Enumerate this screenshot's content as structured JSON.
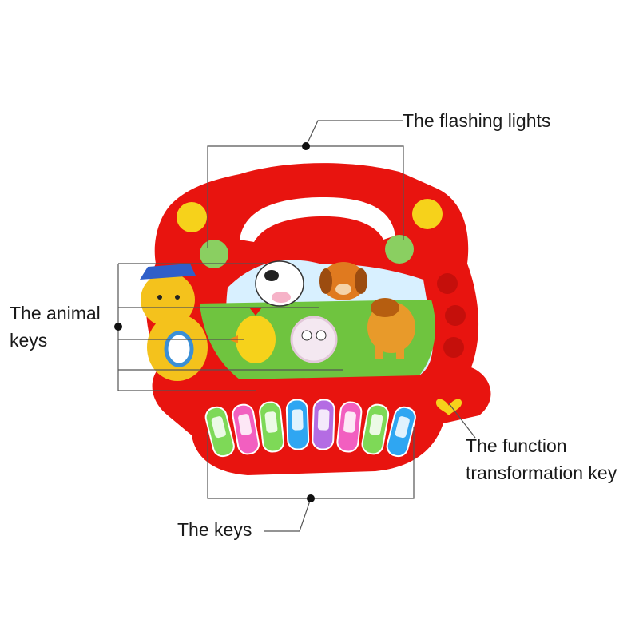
{
  "callouts": {
    "flashing_lights": "The flashing lights",
    "animal_keys_line1": "The animal",
    "animal_keys_line2": "keys",
    "function_key_line1": "The function",
    "function_key_line2": "transformation key",
    "keys": "The keys"
  },
  "colors": {
    "toy_body": "#e8140f",
    "toy_dark": "#b80d0a",
    "leader_line": "#555555",
    "light_button": "#f6d21b",
    "flash_light": "#7fe36a",
    "bear": "#f4c21c",
    "grass": "#6fc43f",
    "sky": "#d8f0ff"
  },
  "piano_keys": [
    {
      "name": "key-1",
      "color": "#7ed957"
    },
    {
      "name": "key-2",
      "color": "#f25fc0"
    },
    {
      "name": "key-3",
      "color": "#7ed957"
    },
    {
      "name": "key-4",
      "color": "#2fa6f2"
    },
    {
      "name": "key-5",
      "color": "#b46ce3"
    },
    {
      "name": "key-6",
      "color": "#f25fc0"
    },
    {
      "name": "key-7",
      "color": "#7ed957"
    },
    {
      "name": "key-8",
      "color": "#2fa6f2"
    }
  ],
  "icons": [
    "bear-icon",
    "cow-icon",
    "dog-icon",
    "chick-icon",
    "sheep-icon",
    "horse-icon",
    "heart-button-icon"
  ]
}
